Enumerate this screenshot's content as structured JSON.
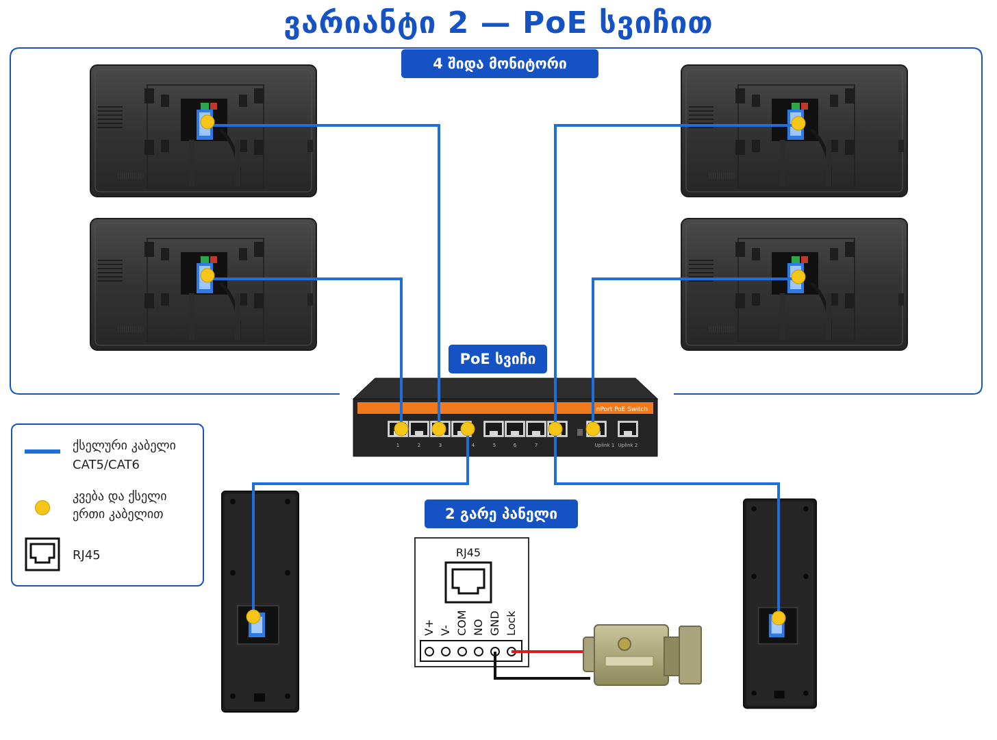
{
  "title": "ვარიანტი 2 — PoE სვიჩით",
  "labels": {
    "monitors": "4 შიდა მონიტორი",
    "switch": "PoE სვიჩი",
    "panels": "2 გარე პანელი"
  },
  "legend": {
    "cable_line1": "ქსელური კაბელი",
    "cable_line2": "CAT5/CAT6",
    "dot_line1": "კვება და ქსელი",
    "dot_line2": "ერთი კაბელით",
    "rj45": "RJ45"
  },
  "switch_device": {
    "brand_text": "nPort PoE Switch",
    "port_labels": [
      "1",
      "2",
      "3",
      "4",
      "5",
      "6",
      "7"
    ],
    "uplink_labels": [
      "Uplink 1",
      "Uplink 2"
    ]
  },
  "terminal": {
    "rj45_label": "RJ45",
    "pins": [
      "V+",
      "V-",
      "COM",
      "NO",
      "GND",
      "Lock"
    ]
  },
  "colors": {
    "cable": "#1e6fd9",
    "accent": "#1552c4",
    "dot": "#f5c518",
    "switch_stripe": "#f07a1e",
    "red_wire": "#e01818",
    "black_wire": "#111111"
  },
  "icons": {
    "monitor": "monitor-back-icon",
    "switch": "poe-switch-icon",
    "panel": "door-panel-icon",
    "lock": "electric-lock-icon",
    "rj45": "rj45-icon"
  }
}
